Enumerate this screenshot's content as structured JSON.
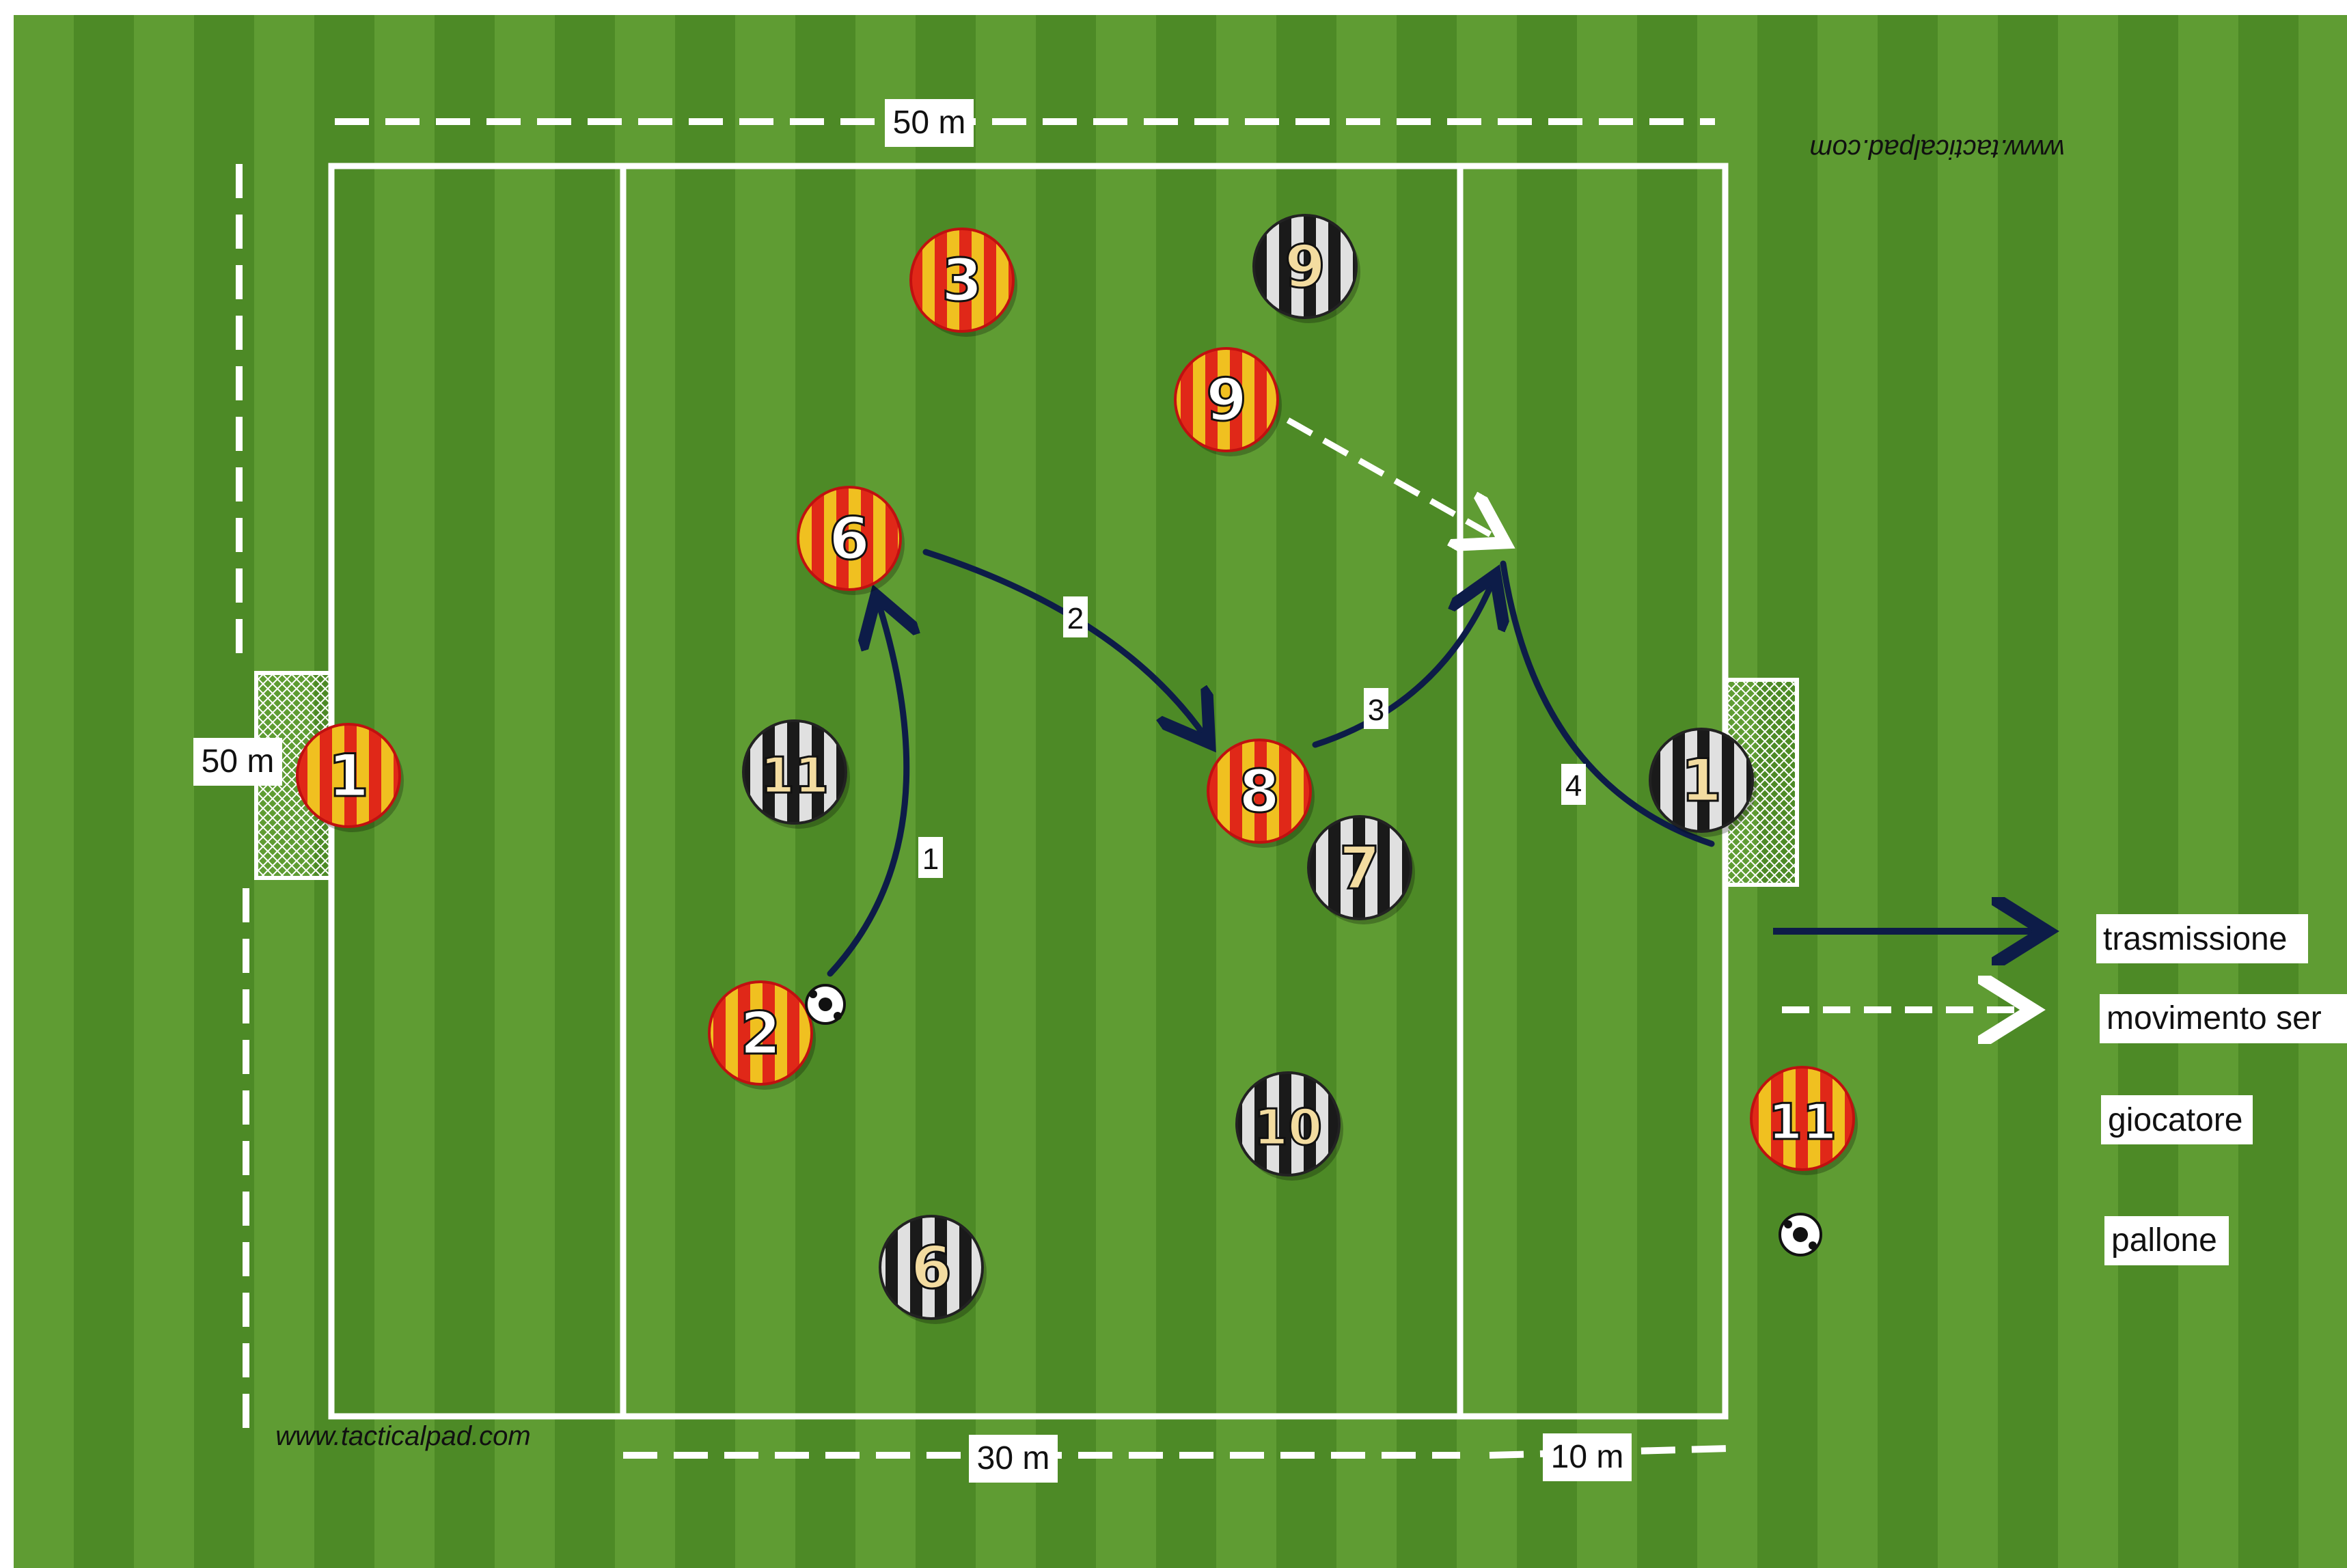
{
  "watermarks": {
    "top": "www.tacticalpad.com",
    "bottom": "www.tacticalpad.com"
  },
  "dimensions": {
    "top_width": "50 m",
    "left_height": "50 m",
    "bottom_main": "30 m",
    "bottom_zone": "10 m"
  },
  "pass_labels": [
    "1",
    "2",
    "3",
    "4"
  ],
  "players": [
    {
      "team": "red",
      "number": "1"
    },
    {
      "team": "red",
      "number": "2"
    },
    {
      "team": "red",
      "number": "3"
    },
    {
      "team": "red",
      "number": "6"
    },
    {
      "team": "red",
      "number": "8"
    },
    {
      "team": "red",
      "number": "9"
    },
    {
      "team": "black",
      "number": "1"
    },
    {
      "team": "black",
      "number": "6"
    },
    {
      "team": "black",
      "number": "7"
    },
    {
      "team": "black",
      "number": "9"
    },
    {
      "team": "black",
      "number": "10"
    },
    {
      "team": "black",
      "number": "11"
    }
  ],
  "legend": {
    "pass": "trasmissione",
    "movement": "movimento ser",
    "player_number": "11",
    "player": "giocatore",
    "ball": "pallone"
  },
  "colors": {
    "red_team_stripe_1": "#f0c020",
    "red_team_stripe_2": "#e02818",
    "black_team_stripe_1": "#1a1a1a",
    "black_team_stripe_2": "#e0e0e0",
    "pass_arrow": "#0d1c48",
    "movement_arrow": "#ffffff",
    "pitch": "#5f9c33"
  }
}
